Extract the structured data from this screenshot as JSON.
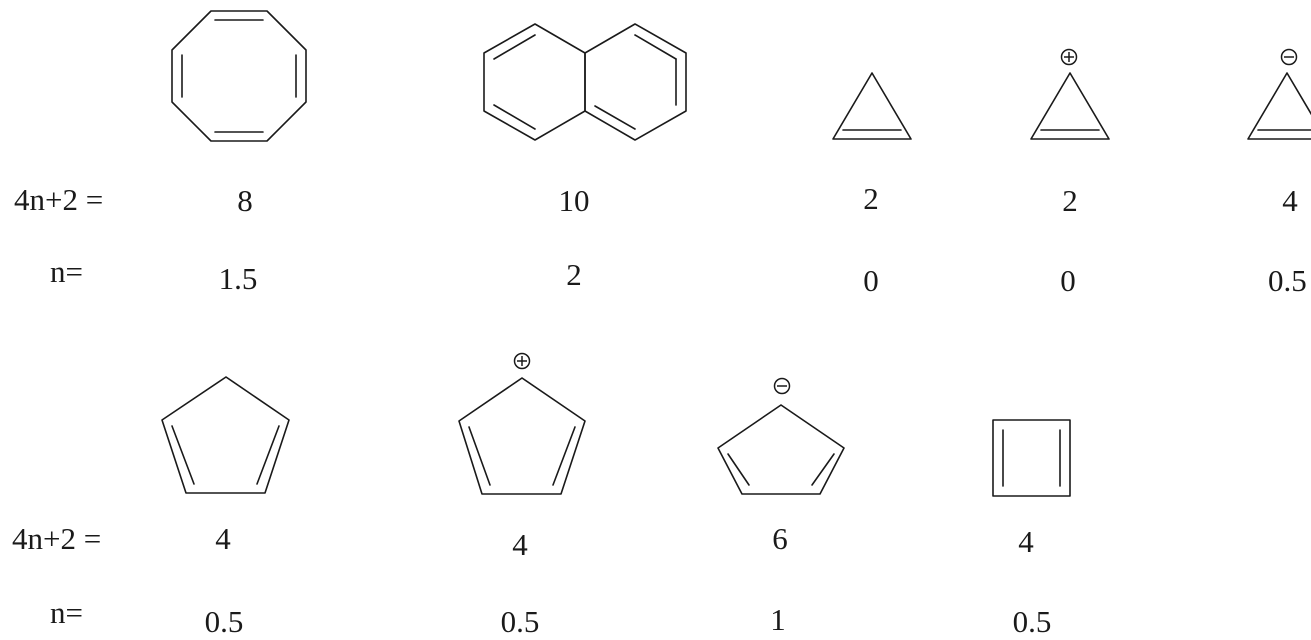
{
  "row_labels": {
    "sum": "4n+2 =",
    "n": "n="
  },
  "rows": [
    {
      "molecules": [
        {
          "name": "cyclooctatetraene",
          "charge": "",
          "sum": "8",
          "n": "1.5"
        },
        {
          "name": "naphthalene",
          "charge": "",
          "sum": "10",
          "n": "2"
        },
        {
          "name": "cyclopropene",
          "charge": "",
          "sum": "2",
          "n": "0"
        },
        {
          "name": "cyclopropenyl-cation",
          "charge": "+",
          "sum": "2",
          "n": "0"
        },
        {
          "name": "cyclopropenyl-anion",
          "charge": "-",
          "sum": "4",
          "n": "0.5"
        }
      ]
    },
    {
      "molecules": [
        {
          "name": "cyclopentadiene",
          "charge": "",
          "sum": "4",
          "n": "0.5"
        },
        {
          "name": "cyclopentadienyl-cation",
          "charge": "+",
          "sum": "4",
          "n": "0.5"
        },
        {
          "name": "cyclopentadienyl-anion",
          "charge": "-",
          "sum": "6",
          "n": "1"
        },
        {
          "name": "cyclobutadiene",
          "charge": "",
          "sum": "4",
          "n": "0.5"
        }
      ]
    }
  ]
}
